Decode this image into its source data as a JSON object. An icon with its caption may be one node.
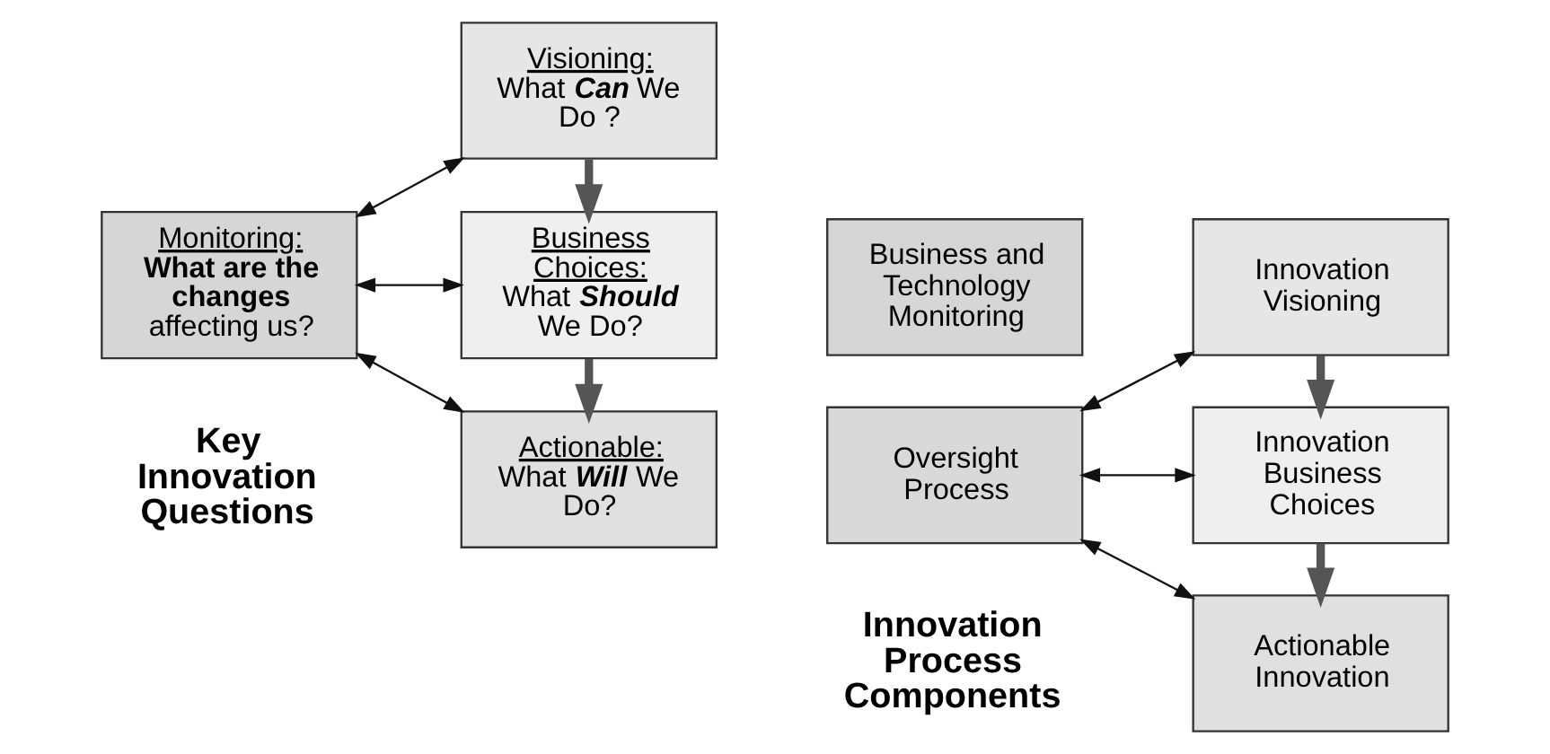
{
  "diagram": {
    "nodes": [
      {
        "text": [
          "Monitoring:",
          "**What are the changes** affecting us?"
        ]
      },
      {
        "text": [
          "Visioning:",
          "What **Can** We Do ?"
        ]
      },
      {
        "text": [
          "Business Choices:",
          "What **Should** We Do?"
        ]
      },
      {
        "text": [
          "Actionable:",
          "What **Will** We Do?"
        ]
      },
      {
        "text": [
          "Business and Technology Monitoring"
        ]
      },
      {
        "text": [
          "Oversight Process"
        ]
      },
      {
        "text": [
          "Innovation Visioning"
        ]
      },
      {
        "text": [
          "Innovation Business Choices"
        ]
      },
      {
        "text": [
          "Actionable Innovation"
        ]
      }
    ],
    "edges": [
      {
        "from": 0,
        "to": 1,
        "arrow": "both"
      },
      {
        "from": 1,
        "to": 2,
        "arrow": "to",
        "style": "thick",
        "color": "#555555"
      },
      {
        "from": 0,
        "to": 2,
        "arrow": "both"
      },
      {
        "from": 2,
        "to": 3,
        "arrow": "to",
        "style": "thick",
        "color": "#555555"
      },
      {
        "from": 0,
        "to": 3,
        "arrow": "both"
      },
      {
        "from": 5,
        "to": 6,
        "arrow": "both"
      },
      {
        "from": 6,
        "to": 7,
        "arrow": "to",
        "style": "thick",
        "color": "#555555"
      },
      {
        "from": 5,
        "to": 7,
        "arrow": "both"
      },
      {
        "from": 7,
        "to": 8,
        "arrow": "to",
        "style": "thick",
        "color": "#555555"
      },
      {
        "from": 5,
        "to": 8,
        "arrow": "both"
      }
    ],
    "labels": [
      "Key Innovation Questions",
      "Innovation Process Components"
    ]
  }
}
